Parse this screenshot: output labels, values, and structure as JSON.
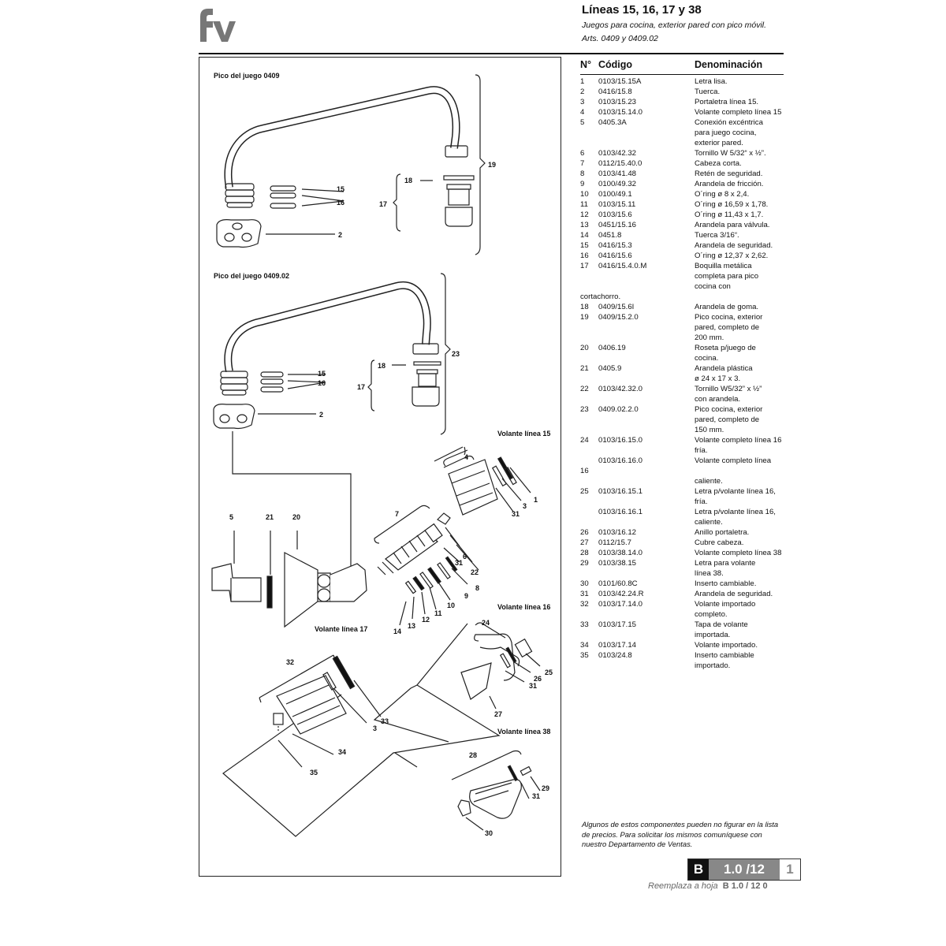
{
  "header": {
    "title": "Líneas 15, 16, 17 y 38",
    "subtitle": "Juegos para cocina, exterior pared con pico móvil.",
    "articles": "Arts. 0409 y 0409.02",
    "logo_text": "fv"
  },
  "table": {
    "col_n": "N°",
    "col_code": "Código",
    "col_name": "Denominación",
    "rows": [
      {
        "n": "1",
        "code": "0103/15.15A",
        "name": "Letra lisa."
      },
      {
        "n": "2",
        "code": "0416/15.8",
        "name": "Tuerca."
      },
      {
        "n": "3",
        "code": "0103/15.23",
        "name": "Portaletra línea 15."
      },
      {
        "n": "4",
        "code": "0103/15.14.0",
        "name": "Volante completo línea 15"
      },
      {
        "n": "5",
        "code": "0405.3A",
        "name": "Conexión excéntrica"
      },
      {
        "n": "",
        "code": "",
        "name": "para juego cocina,"
      },
      {
        "n": "",
        "code": "",
        "name": "exterior pared."
      },
      {
        "n": "6",
        "code": "0103/42.32",
        "name": "Tornillo W 5/32“ x ½”."
      },
      {
        "n": "7",
        "code": "0112/15.40.0",
        "name": "Cabeza corta."
      },
      {
        "n": "8",
        "code": "0103/41.48",
        "name": "Retén de seguridad."
      },
      {
        "n": "9",
        "code": "0100/49.32",
        "name": "Arandela de fricción."
      },
      {
        "n": "10",
        "code": "0100/49.1",
        "name": "O´ring ø 8 x 2,4."
      },
      {
        "n": "11",
        "code": "0103/15.11",
        "name": "O´ring ø 16,59 x 1,78."
      },
      {
        "n": "12",
        "code": "0103/15.6",
        "name": "O´ring ø 11,43 x 1,7."
      },
      {
        "n": "13",
        "code": "0451/15.16",
        "name": "Arandela para válvula."
      },
      {
        "n": "14",
        "code": "0451.8",
        "name": "Tuerca 3/16“."
      },
      {
        "n": "15",
        "code": "0416/15.3",
        "name": "Arandela de seguridad."
      },
      {
        "n": "16",
        "code": "0416/15.6",
        "name": "O´ring ø 12,37 x 2,62."
      },
      {
        "n": "17",
        "code": "0416/15.4.0.M",
        "name": "Boquilla metálica"
      },
      {
        "n": "",
        "code": "",
        "name": "completa para pico"
      },
      {
        "n": "",
        "code": "",
        "name": "cocina con"
      },
      {
        "n": "cortachorro.",
        "code": "",
        "name": ""
      },
      {
        "n": "18",
        "code": "0409/15.6I",
        "name": "Arandela de goma."
      },
      {
        "n": "19",
        "code": "0409/15.2.0",
        "name": "Pico cocina, exterior"
      },
      {
        "n": "",
        "code": "",
        "name": "pared, completo de"
      },
      {
        "n": "",
        "code": "",
        "name": "200 mm."
      },
      {
        "n": "20",
        "code": "0406.19",
        "name": "Roseta p/juego de"
      },
      {
        "n": "",
        "code": "",
        "name": "cocina."
      },
      {
        "n": "21",
        "code": "0405.9",
        "name": "Arandela plástica"
      },
      {
        "n": "",
        "code": "",
        "name": "ø 24 x 17 x 3."
      },
      {
        "n": "22",
        "code": "0103/42.32.0",
        "name": "Tornillo W5/32” x ½”"
      },
      {
        "n": "",
        "code": "",
        "name": "con arandela."
      },
      {
        "n": "23",
        "code": "0409.02.2.0",
        "name": "Pico cocina, exterior"
      },
      {
        "n": "",
        "code": "",
        "name": "pared, completo de"
      },
      {
        "n": "",
        "code": "",
        "name": "150 mm."
      },
      {
        "n": "24",
        "code": "0103/16.15.0",
        "name": "Volante completo línea 16"
      },
      {
        "n": "",
        "code": "",
        "name": "fría."
      },
      {
        "n": "",
        "code": "0103/16.16.0",
        "name": "Volante completo línea"
      },
      {
        "n": "16",
        "code": "",
        "name": ""
      },
      {
        "n": "",
        "code": "",
        "name": "caliente."
      },
      {
        "n": "25",
        "code": "0103/16.15.1",
        "name": "Letra p/volante línea 16,"
      },
      {
        "n": "",
        "code": "",
        "name": "            fría."
      },
      {
        "n": "",
        "code": "0103/16.16.1",
        "name": "Letra p/volante línea 16,"
      },
      {
        "n": "",
        "code": "",
        "name": "caliente."
      },
      {
        "n": "26",
        "code": "0103/16.12",
        "name": "Anillo portaletra."
      },
      {
        "n": "27",
        "code": "0112/15.7",
        "name": "Cubre cabeza."
      },
      {
        "n": "28",
        "code": "0103/38.14.0",
        "name": "Volante completo línea 38"
      },
      {
        "n": "29",
        "code": "0103/38.15",
        "name": "Letra para volante"
      },
      {
        "n": "",
        "code": "",
        "name": "línea 38."
      },
      {
        "n": "30",
        "code": "0101/60.8C",
        "name": "Inserto cambiable."
      },
      {
        "n": "31",
        "code": "0103/42.24.R",
        "name": "Arandela de seguridad."
      },
      {
        "n": "32",
        "code": "0103/17.14.0",
        "name": "Volante importado"
      },
      {
        "n": "",
        "code": "",
        "name": "completo."
      },
      {
        "n": "33",
        "code": "0103/17.15",
        "name": "Tapa de volante"
      },
      {
        "n": "",
        "code": "",
        "name": "importada."
      },
      {
        "n": "34",
        "code": "0103/17.14",
        "name": "Volante importado."
      },
      {
        "n": "35",
        "code": "0103/24.8",
        "name": "Inserto cambiable"
      },
      {
        "n": "",
        "code": "",
        "name": "importado."
      }
    ]
  },
  "diagram": {
    "section_pico_0409": "Pico del juego 0409",
    "section_pico_040902": "Pico del juego 0409.02",
    "section_volante_15": "Volante línea 15",
    "section_volante_16": "Volante línea 16",
    "section_volante_17": "Volante línea 17",
    "section_volante_38": "Volante línea 38",
    "callouts": {
      "a15": "15",
      "a16": "16",
      "a2": "2",
      "a17": "17",
      "a18": "18",
      "a19": "19",
      "b15": "15",
      "b16": "16",
      "b2": "2",
      "b17": "17",
      "b18": "18",
      "b23": "23",
      "c5": "5",
      "c21": "21",
      "c20": "20",
      "c7": "7",
      "c4": "4",
      "c1": "1",
      "c3": "3",
      "c31a": "31",
      "c6": "6",
      "c31b": "31",
      "c22": "22",
      "c8": "8",
      "c9": "9",
      "c10": "10",
      "c11": "11",
      "c12": "12",
      "c13": "13",
      "c14": "14",
      "d24": "24",
      "d25": "25",
      "d26": "26",
      "d31": "31",
      "d27": "27",
      "e32": "32",
      "e33": "33",
      "e3": "3",
      "e34": "34",
      "e35": "35",
      "f28": "28",
      "f29": "29",
      "f31": "31",
      "f30": "30"
    }
  },
  "footer": {
    "note": "Algunos de estos componentes pueden no figurar en la lista de precios. Para solicitar los mismos comuníquese con nuestro Departamento de Ventas.",
    "page_letter": "B",
    "page_number": "1.0 /12",
    "page_index": "1",
    "replaces_label": "Reemplaza a hoja",
    "replaces_value": "B  1.0 / 12  0"
  }
}
